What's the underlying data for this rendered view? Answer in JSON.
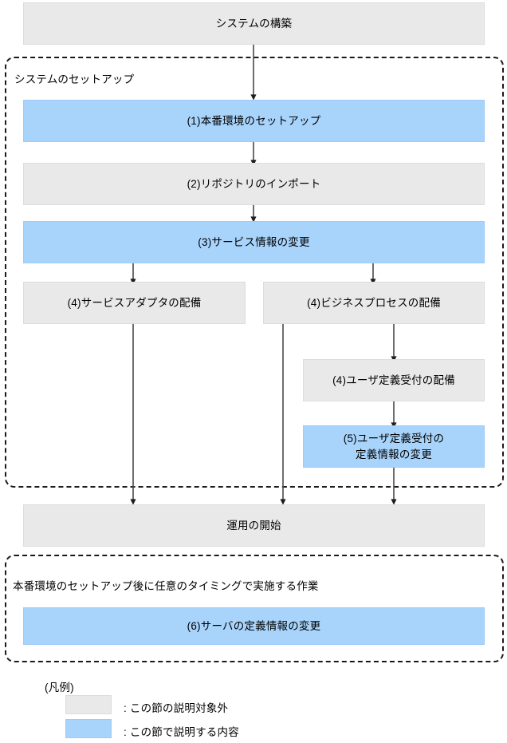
{
  "diagram": {
    "type": "flowchart",
    "colors": {
      "out_of_scope_fill": "#e9e9e9",
      "in_scope_fill": "#a8d4fc",
      "edge_stroke": "#333333",
      "group_border": "#1a1a1a",
      "background": "#ffffff"
    },
    "nodes": [
      {
        "id": "n0",
        "label": "システムの構築",
        "style": "gray"
      },
      {
        "id": "n1",
        "label": "(1)本番環境のセットアップ",
        "style": "blue"
      },
      {
        "id": "n2",
        "label": "(2)リポジトリのインポート",
        "style": "gray"
      },
      {
        "id": "n3",
        "label": "(3)サービス情報の変更",
        "style": "blue"
      },
      {
        "id": "n4a",
        "label": "(4)サービスアダプタの配備",
        "style": "gray"
      },
      {
        "id": "n4b",
        "label": "(4)ビジネスプロセスの配備",
        "style": "gray"
      },
      {
        "id": "n4c",
        "label": "(4)ユーザ定義受付の配備",
        "style": "gray"
      },
      {
        "id": "n5",
        "label": "(5)ユーザ定義受付の\n定義情報の変更",
        "line1": "(5)ユーザ定義受付の",
        "line2": "定義情報の変更",
        "style": "blue"
      },
      {
        "id": "n6",
        "label": "運用の開始",
        "style": "gray"
      },
      {
        "id": "n7",
        "label": "(6)サーバの定義情報の変更",
        "style": "blue"
      }
    ],
    "groups": [
      {
        "id": "g1",
        "title": "システムのセットアップ"
      },
      {
        "id": "g2",
        "title": "本番環境のセットアップ後に任意のタイミングで実施する作業"
      }
    ],
    "edges": [
      {
        "from": "n0",
        "to": "n1"
      },
      {
        "from": "n1",
        "to": "n2"
      },
      {
        "from": "n2",
        "to": "n3"
      },
      {
        "from": "n3",
        "to": "n4a"
      },
      {
        "from": "n3",
        "to": "n4b"
      },
      {
        "from": "n4b",
        "to": "n4c"
      },
      {
        "from": "n4c",
        "to": "n5"
      },
      {
        "from": "n4a",
        "to": "n6"
      },
      {
        "from": "n4b",
        "to": "n6"
      },
      {
        "from": "n5",
        "to": "n6"
      }
    ]
  },
  "legend": {
    "title": "(凡例)",
    "items": [
      {
        "swatch": "gray",
        "label": ": この節の説明対象外"
      },
      {
        "swatch": "blue",
        "label": ": この節で説明する内容"
      }
    ]
  }
}
